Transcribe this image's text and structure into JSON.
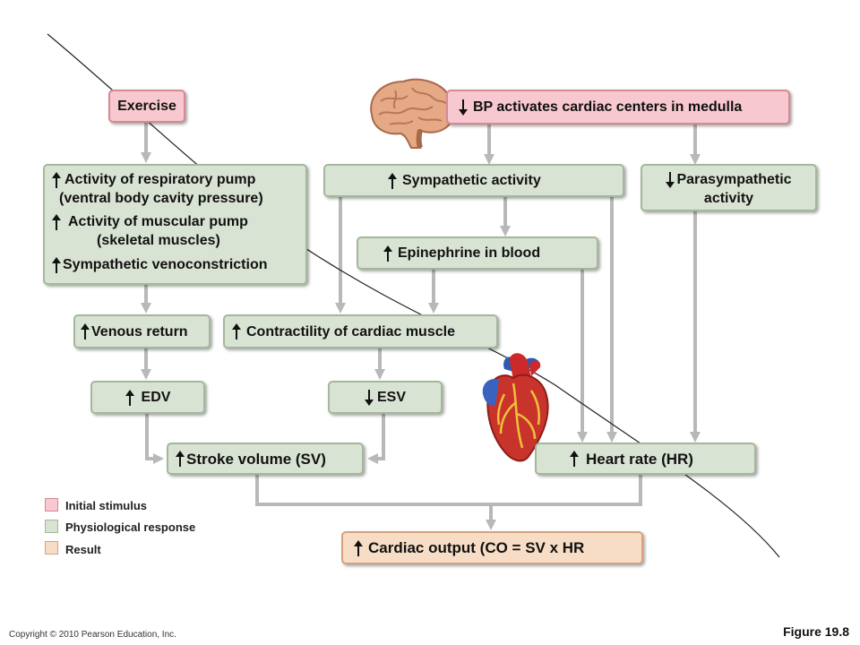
{
  "colors": {
    "stimulus_fill": "#f7c8cf",
    "response_fill": "#d9e3d3",
    "result_fill": "#f8ddc6",
    "connector": "#b8b8b8"
  },
  "boxes": {
    "exercise": "Exercise",
    "bp": "BP activates cardiac centers in medulla",
    "resp_pump_1": "Activity of respiratory pump",
    "resp_pump_2": "(ventral body cavity pressure)",
    "musc_pump_1": "Activity of muscular pump",
    "musc_pump_2": "(skeletal muscles)",
    "venoconstriction": "Sympathetic venoconstriction",
    "sympathetic": "Sympathetic activity",
    "parasympathetic_1": "Parasympathetic",
    "parasympathetic_2": "activity",
    "epinephrine": "Epinephrine in blood",
    "venous_return": "Venous return",
    "contractility": "Contractility of cardiac muscle",
    "edv": "EDV",
    "esv": "ESV",
    "stroke_volume": "Stroke volume (SV)",
    "heart_rate": "Heart rate (HR)",
    "cardiac_output": "Cardiac output (CO = SV x HR"
  },
  "legend": {
    "initial": "Initial stimulus",
    "physiological": "Physiological response",
    "result": "Result"
  },
  "footer": {
    "copyright": "Copyright © 2010 Pearson Education, Inc.",
    "figure": "Figure 19.8"
  },
  "icons": [
    "brain-icon",
    "heart-icon",
    "up-arrow-icon",
    "down-arrow-icon"
  ]
}
